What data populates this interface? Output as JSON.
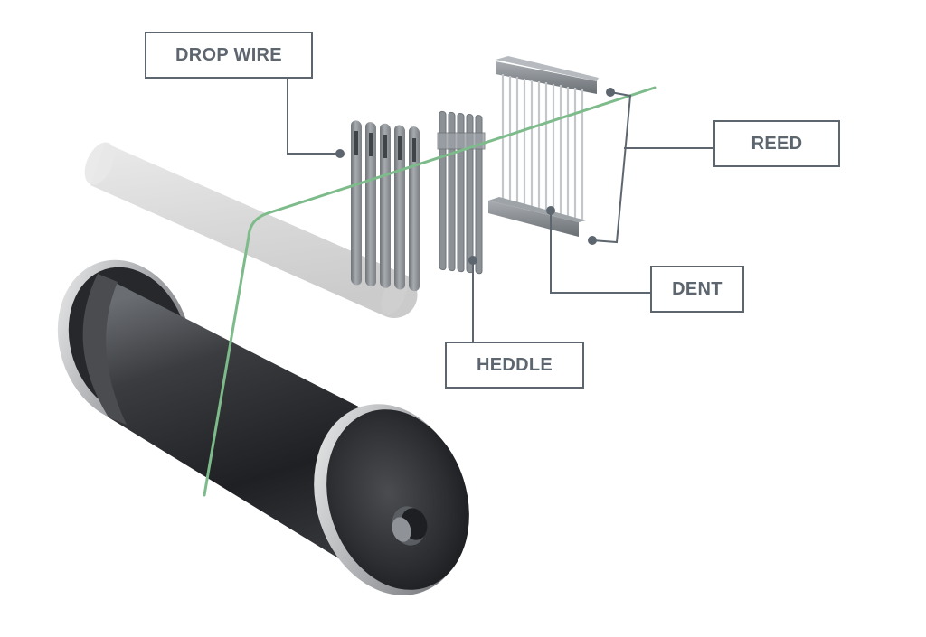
{
  "labels": {
    "drop_wire": "DROP WIRE",
    "reed": "REED",
    "dent": "DENT",
    "heddle": "HEDDLE"
  },
  "colors": {
    "leader_line": "#5d666f",
    "yarn": "#7dbb8a",
    "metal": "#8a8f95",
    "beam_dark": "#2a2c2f"
  },
  "icons": {
    "warp_beam": "warp-beam-icon",
    "back_rest": "back-rest-roller-icon",
    "drop_wire": "drop-wire-icon",
    "heddle": "heddle-icon",
    "reed": "reed-icon",
    "yarn": "warp-yarn-icon"
  }
}
